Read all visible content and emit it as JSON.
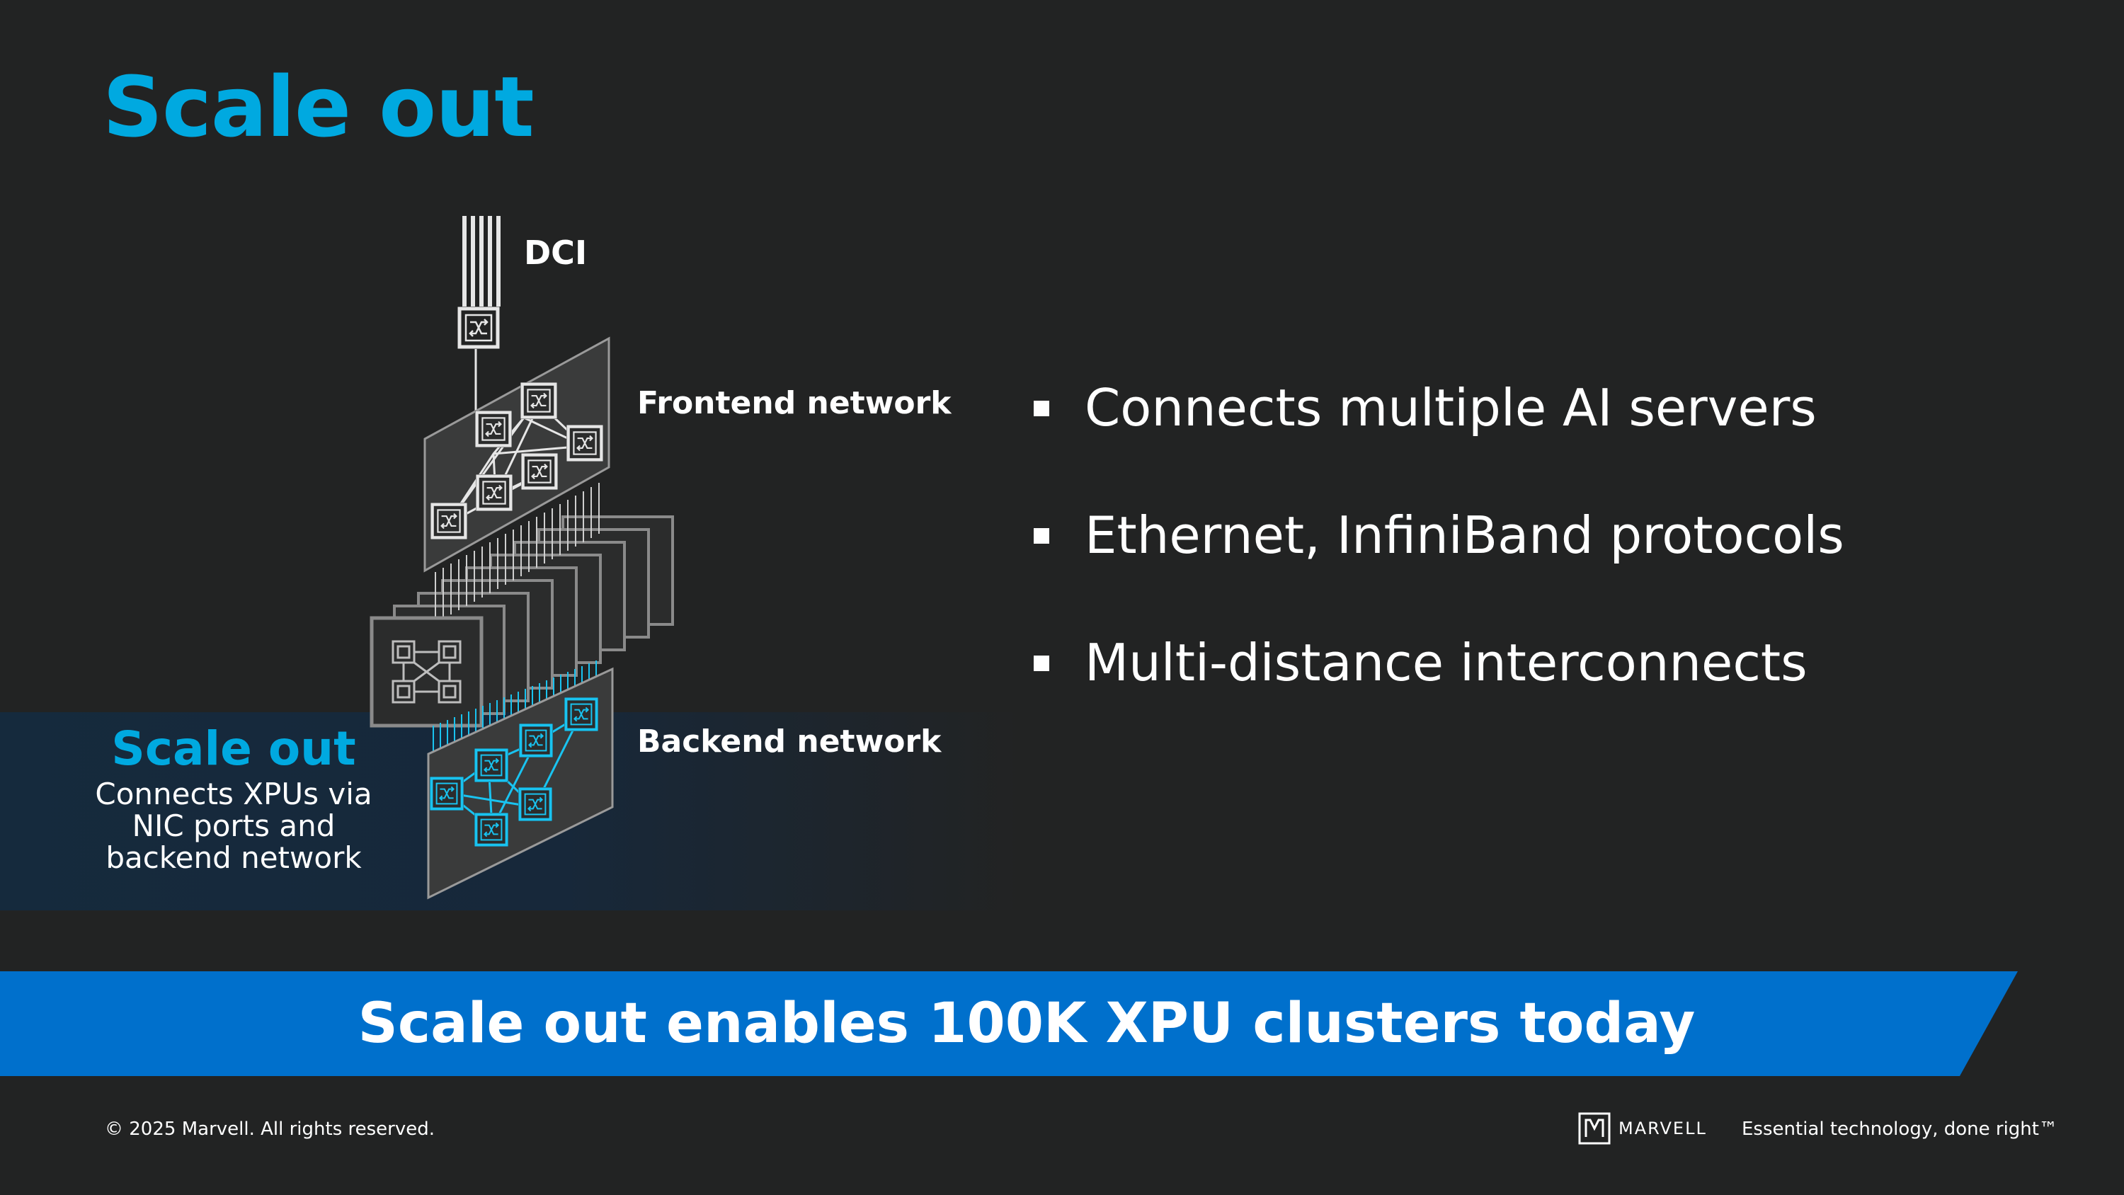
{
  "slide": {
    "title": "Scale out"
  },
  "diagram": {
    "dci_label": "DCI",
    "frontend_label": "Frontend network",
    "backend_label": "Backend network",
    "callout_title": "Scale out",
    "callout_text": "Connects XPUs via NIC ports and backend network",
    "switch_icon": "switch-icon",
    "xpu_icon": "xpu-server-icon",
    "colors": {
      "accent": "#00a9e0",
      "line": "#d9d9d9",
      "band": "#152a3d"
    }
  },
  "bullets": [
    "Connects multiple AI servers",
    "Ethernet, InfiniBand protocols",
    "Multi-distance interconnects"
  ],
  "banner": {
    "text": "Scale out enables 100K XPU clusters today",
    "color": "#0070cc"
  },
  "footer": {
    "copyright": "© 2025 Marvell. All rights reserved.",
    "logo_text": "MARVELL",
    "tagline": "Essential technology, done right™"
  }
}
